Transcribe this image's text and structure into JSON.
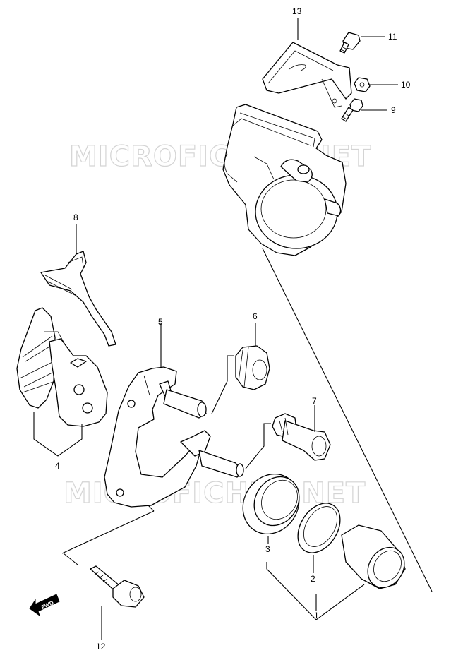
{
  "watermark": "MICROFICHES.NET",
  "fwd_label": "FWD",
  "callouts": [
    "1",
    "2",
    "3",
    "4",
    "5",
    "6",
    "7",
    "8",
    "9",
    "10",
    "11",
    "12",
    "13"
  ]
}
